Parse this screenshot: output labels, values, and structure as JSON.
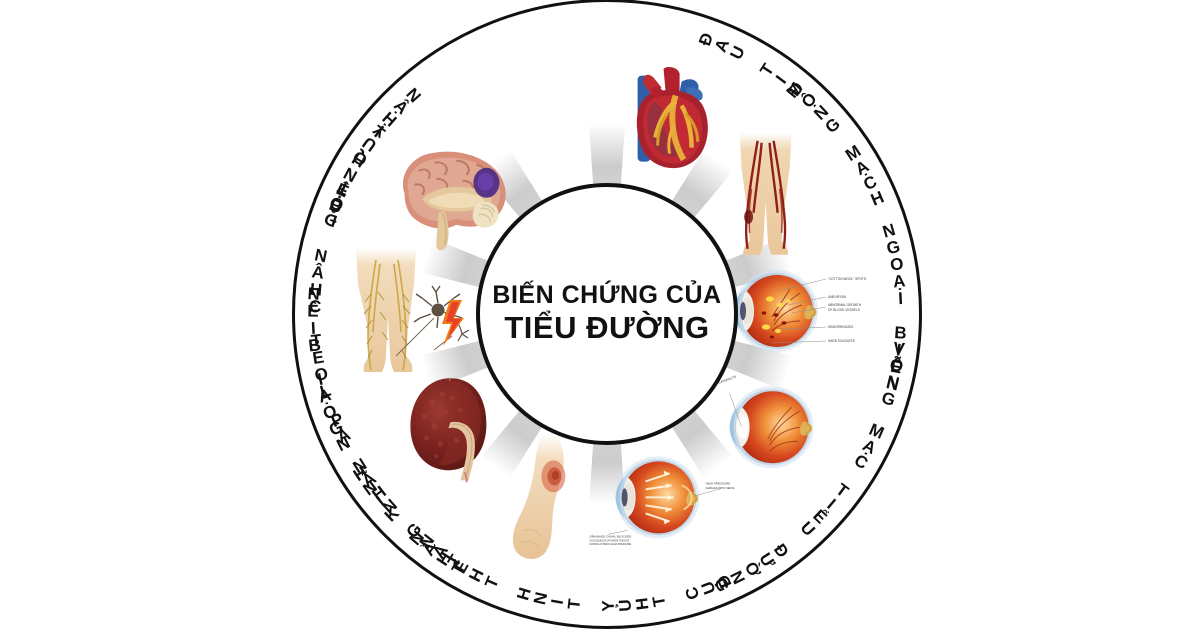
{
  "center": {
    "line1": "BIẾN CHỨNG CỦA",
    "line2": "TIỂU ĐƯỜNG"
  },
  "colors": {
    "ring_stroke": "#111111",
    "spoke_gray": "#d3d3d3",
    "background": "#ffffff",
    "heart_red": "#b3212f",
    "heart_blue": "#2f5fa8",
    "coronary_yellow": "#e8b13a",
    "brain_pink": "#d98f7a",
    "brain_lesion": "#4b2a86",
    "kidney_red": "#7e2420",
    "skin_tan": "#e8c79a",
    "artery_dark_red": "#8f2017",
    "nerve_yellow": "#d6b24a",
    "eye_orange": "#e8751e",
    "eye_red": "#c9371f",
    "bolt_orange": "#f07a16",
    "ulcer_red": "#d45a3a"
  },
  "segments": [
    {
      "id": "dau-tim",
      "label": "ĐAU TIM",
      "icon": "heart-illustration",
      "angle_deg": 18,
      "annotations": []
    },
    {
      "id": "dong-mach-ngoai-bien",
      "label": "ĐỘNG MẠCH NGOẠI BIÊN",
      "icon": "legs-arteries-illustration",
      "angle_deg": 54,
      "annotations": []
    },
    {
      "id": "vong-mac-tieu-duong",
      "label": "VÕNG MẠC TIỂU ĐƯỜNG",
      "icon": "eye-retinopathy-illustration",
      "angle_deg": 90,
      "annotations": [
        "\"COTTON WOOL\" SPOTS",
        "ANEURYSM",
        "ABNORMAL GROWTH OF BLOOD VESSELS",
        "HEMORRHAGES",
        "HARD EXUDATES"
      ]
    },
    {
      "id": "duc-thuy-tinh-the",
      "label": "ĐỤC THỦY TINH THỂ",
      "icon": "eye-cataract-illustration",
      "angle_deg": 126,
      "annotations": [
        "LENS WITH CATARACTS"
      ]
    },
    {
      "id": "tang-nhan-ap",
      "label": "TĂNG NHÃN ÁP",
      "icon": "eye-glaucoma-illustration",
      "angle_deg": 162,
      "annotations": [
        "INCREASED CANAL BLOCKED",
        "HIGH PRESSURE DAMAGES OPTIC NERVE"
      ]
    },
    {
      "id": "loet-chan",
      "label": "LOÉT CHÂN",
      "icon": "foot-ulcer-illustration",
      "angle_deg": 198,
      "annotations": []
    },
    {
      "id": "benh-than",
      "label": "BỆNH THẬN",
      "icon": "kidney-illustration",
      "angle_deg": 234,
      "annotations": []
    },
    {
      "id": "than-kinh-ngoai-bien",
      "label": "THẦN KINH NGOẠI BIÊN",
      "icon": "legs-nerves-illustration",
      "angle_deg": 270,
      "annotations": []
    },
    {
      "id": "dot-quy",
      "label": "ĐỘT QUỴ",
      "icon": "brain-illustration",
      "angle_deg": 306,
      "annotations": []
    },
    {
      "id": "blank-top",
      "label": "",
      "icon": "none",
      "angle_deg": 342,
      "annotations": []
    }
  ],
  "arc_labels": [
    {
      "id": "dot-quy",
      "text": "ĐỘT QUỴ",
      "center_deg": -61,
      "radius": 292,
      "flip": false
    },
    {
      "id": "dau-tim",
      "text": "ĐAU TIM",
      "center_deg": 30,
      "radius": 292,
      "flip": false
    },
    {
      "id": "dong-mach-ngoai-bien",
      "text": "ĐỘNG MẠCH NGOẠI BIÊN",
      "center_deg": 72,
      "radius": 294,
      "flip": false
    },
    {
      "id": "vong-mac-tieu-duong",
      "text": "VÕNG MẠC TIỂU ĐƯỜNG",
      "center_deg": 127,
      "radius": 294,
      "flip": false
    },
    {
      "id": "duc-thuy-tinh-the",
      "text": "ĐỤC THỦY TINH THỂ",
      "center_deg": 183,
      "radius": 292,
      "flip": true
    },
    {
      "id": "tang-nhan-ap",
      "text": "TĂNG NHÃN ÁP",
      "center_deg": 230,
      "radius": 290,
      "flip": true
    },
    {
      "id": "loet-chan",
      "text": "LOÉT CHÂN",
      "center_deg": 268,
      "radius": 292,
      "flip": true
    },
    {
      "id": "benh-than",
      "text": "BỆNH THẬN",
      "center_deg": 305,
      "radius": 292,
      "flip": true
    },
    {
      "id": "than-kinh-ngoai-bien",
      "text": "THẦN KINH NGOẠI BIÊN",
      "center_deg": -118,
      "radius": 294,
      "flip": true
    }
  ],
  "spokes_deg": [
    0,
    36,
    72,
    108,
    144,
    180,
    216,
    252,
    288,
    324
  ]
}
